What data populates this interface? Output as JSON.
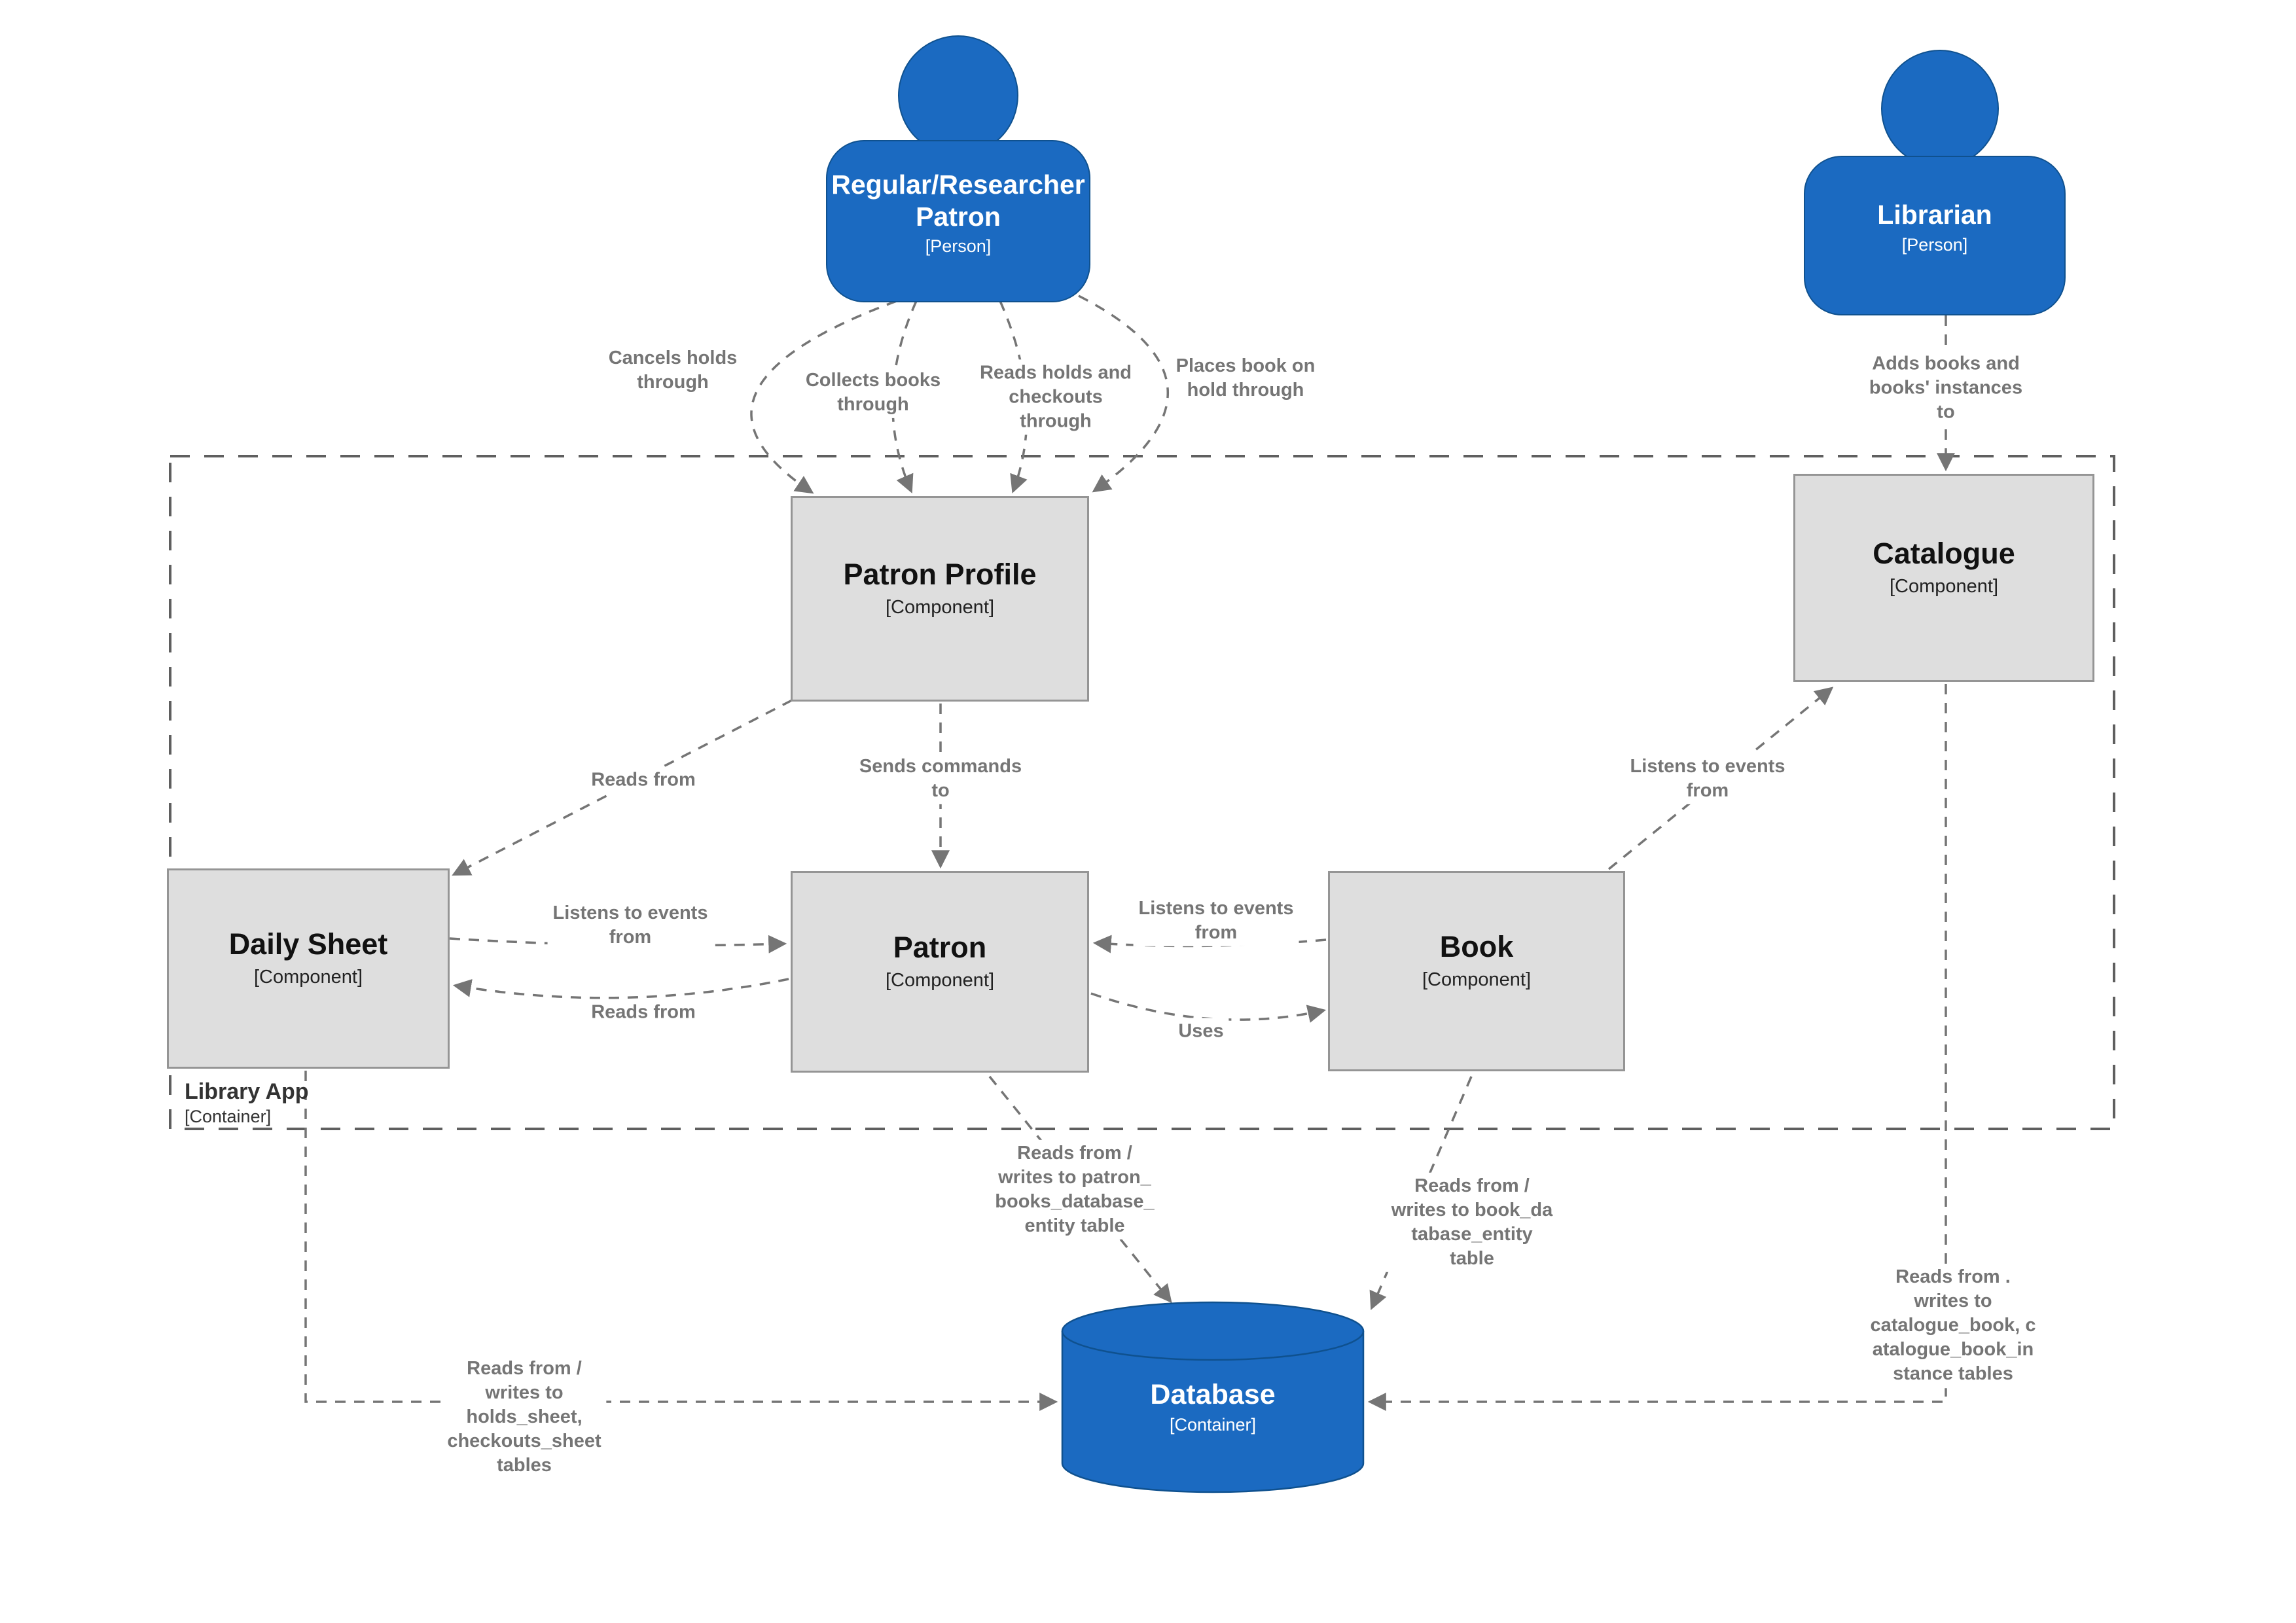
{
  "nodes": {
    "regular_patron": {
      "title": "Regular/Researcher\nPatron",
      "subtitle": "[Person]"
    },
    "librarian": {
      "title": "Librarian",
      "subtitle": "[Person]"
    },
    "patron_profile": {
      "title": "Patron Profile",
      "subtitle": "[Component]"
    },
    "catalogue": {
      "title": "Catalogue",
      "subtitle": "[Component]"
    },
    "daily_sheet": {
      "title": "Daily Sheet",
      "subtitle": "[Component]"
    },
    "patron": {
      "title": "Patron",
      "subtitle": "[Component]"
    },
    "book": {
      "title": "Book",
      "subtitle": "[Component]"
    },
    "database": {
      "title": "Database",
      "subtitle": "[Container]"
    },
    "library_app": {
      "title": "Library App",
      "subtitle": "[Container]"
    }
  },
  "edge_labels": {
    "cancels_holds": "Cancels holds\nthrough",
    "collects_books": "Collects books\nthrough",
    "reads_holds": "Reads holds and\ncheckouts\nthrough",
    "places_book": "Places book on\nhold through",
    "adds_books": "Adds books and\nbooks' instances\nto",
    "reads_from_pp": "Reads from",
    "sends_commands": "Sends commands\nto",
    "listens_catalogue": "Listens to events\nfrom",
    "listens_daily": "Listens to events\nfrom",
    "reads_from_daily": "Reads from",
    "listens_patron": "Listens to events\nfrom",
    "uses": "Uses",
    "db_patron": "Reads from /\nwrites to patron_\nbooks_database_\nentity table",
    "db_book": "Reads from /\nwrites to book_da\ntabase_entity\ntable",
    "db_catalogue": "Reads from .\nwrites to\ncatalogue_book, c\natalogue_book_in\nstance tables",
    "db_daily": "Reads from /\nwrites to\nholds_sheet,\ncheckouts_sheet\ntables"
  },
  "colors": {
    "person_fill": "#1b6ac1",
    "person_border": "#0f518f",
    "component_fill": "#dedede",
    "component_border": "#959595",
    "edge": "#757575",
    "container_border": "#5f5f5f"
  }
}
